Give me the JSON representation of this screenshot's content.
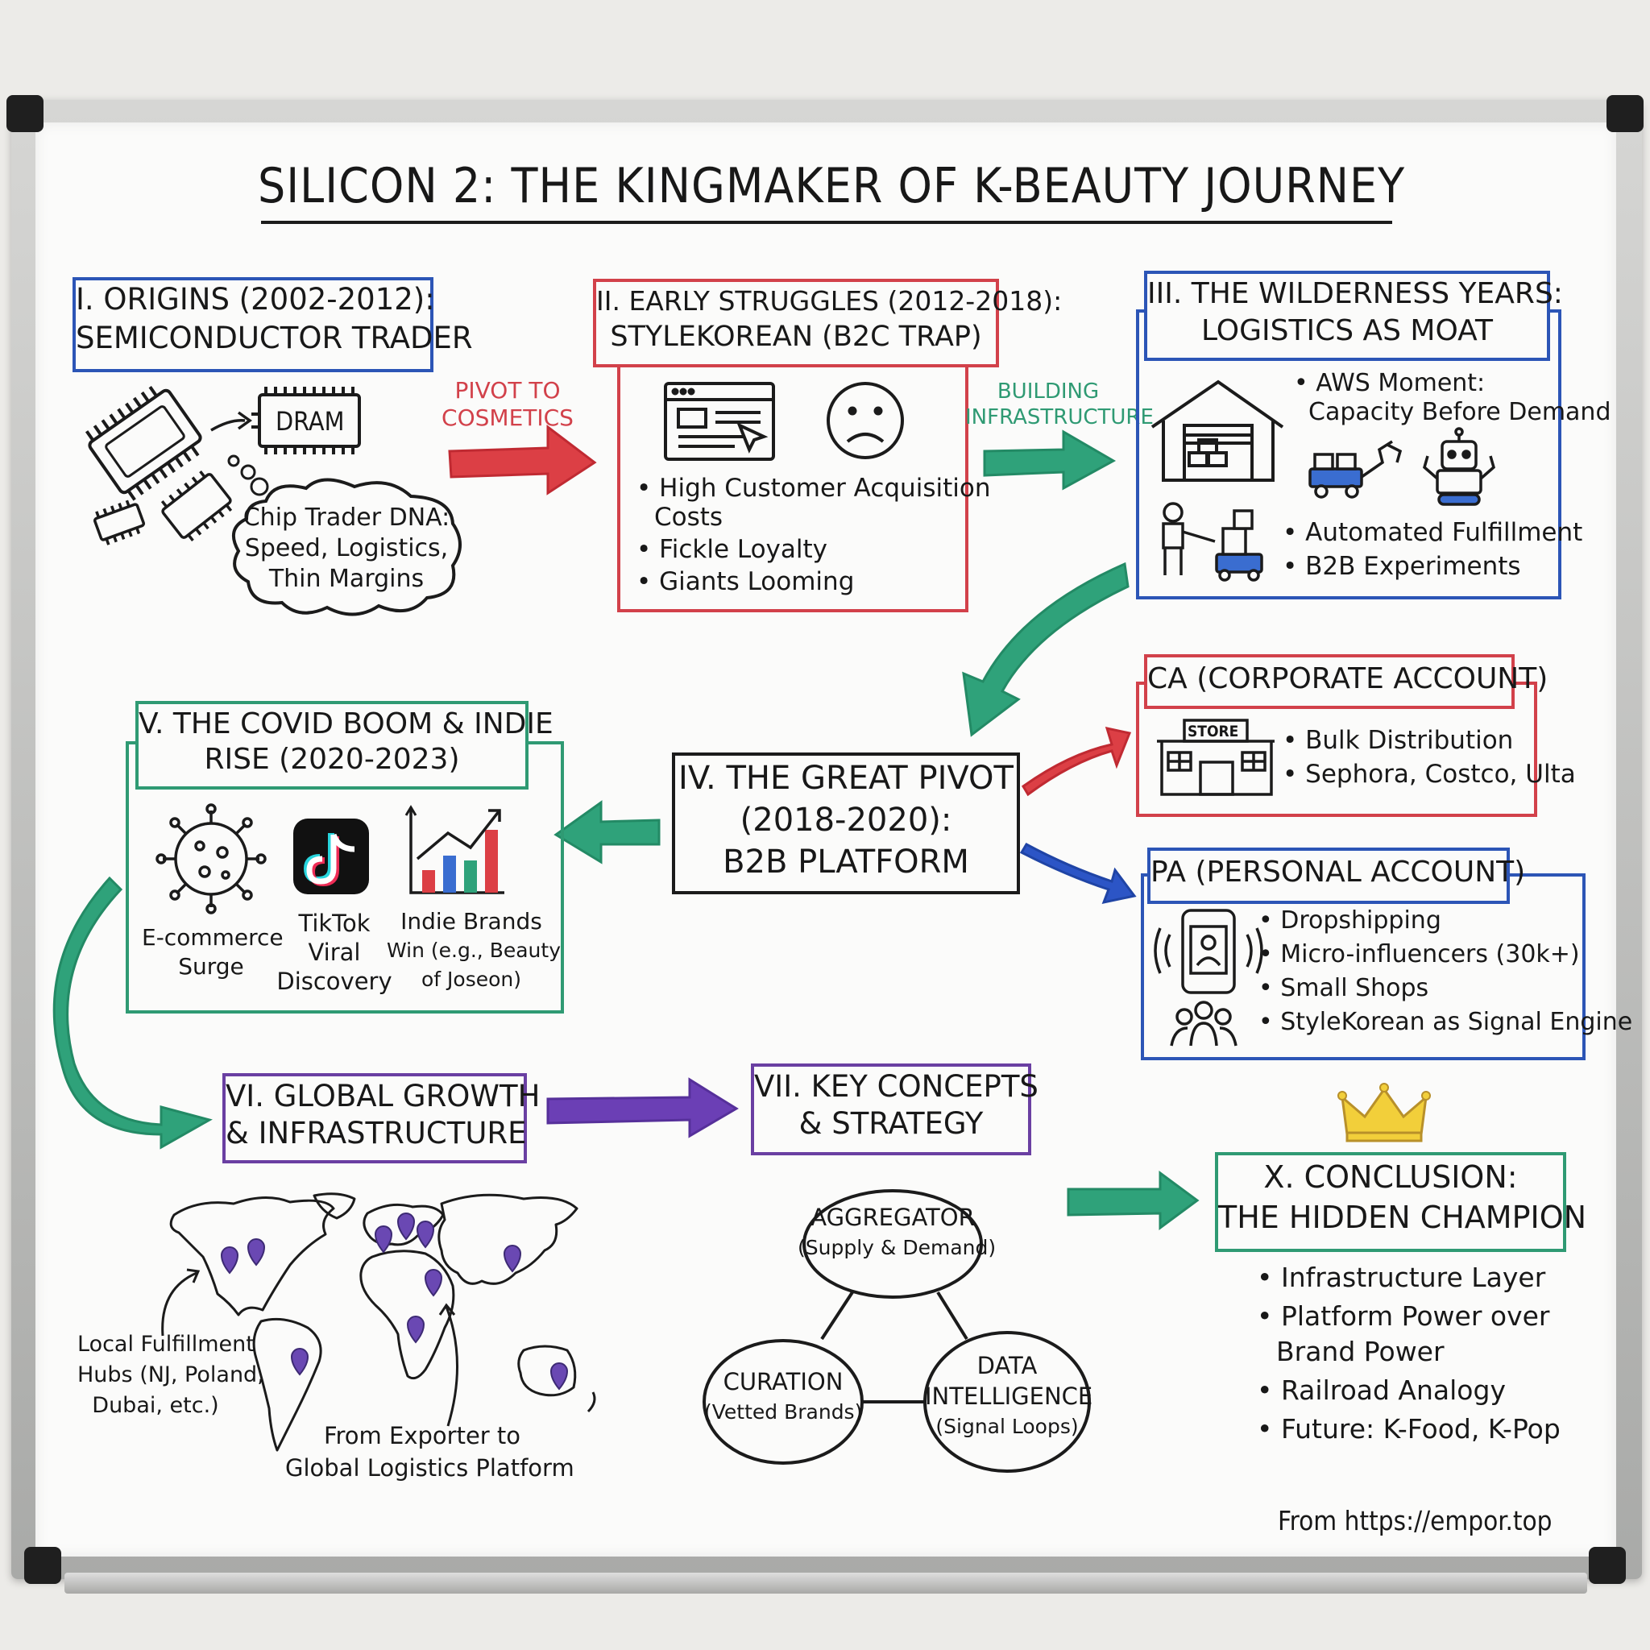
{
  "title": "SILICON 2: THE KINGMAKER OF K-BEAUTY JOURNEY",
  "s1": {
    "h1": "I. ORIGINS (2002-2012):",
    "h2": "SEMICONDUCTOR TRADER",
    "chip": "DRAM",
    "cloud": [
      "Chip Trader DNA:",
      "Speed, Logistics,",
      "Thin Margins"
    ]
  },
  "arrow1": [
    "PIVOT TO",
    "COSMETICS"
  ],
  "s2": {
    "h1": "II. EARLY STRUGGLES (2012-2018):",
    "h2": "STYLEKOREAN (B2C TRAP)",
    "bullets": [
      "High Customer Acquisition",
      "Costs",
      "Fickle Loyalty",
      "Giants Looming"
    ]
  },
  "arrow2": [
    "BUILDING",
    "INFRASTRUCTURE"
  ],
  "s3": {
    "h1": "III. THE WILDERNESS YEARS:",
    "h2": "LOGISTICS AS MOAT",
    "bullets": [
      "AWS Moment:",
      "Capacity Before Demand",
      "Automated Fulfillment",
      "B2B Experiments"
    ]
  },
  "ca": {
    "h": "CA (CORPORATE ACCOUNT)",
    "store": "STORE",
    "bullets": [
      "Bulk Distribution",
      "Sephora, Costco, Ulta"
    ]
  },
  "s4": {
    "lines": [
      "IV. THE GREAT PIVOT",
      "(2018-2020):",
      "B2B PLATFORM"
    ]
  },
  "pa": {
    "h": "PA (PERSONAL ACCOUNT)",
    "bullets": [
      "Dropshipping",
      "Micro-influencers (30k+)",
      "Small Shops",
      "StyleKorean as Signal Engine"
    ]
  },
  "s5": {
    "h1": "V. THE COVID BOOM & INDIE",
    "h2": "RISE (2020-2023)",
    "icons": [
      [
        "E-commerce",
        "Surge"
      ],
      [
        "TikTok",
        "Viral",
        "Discovery"
      ],
      [
        "Indie Brands",
        "Win (e.g., Beauty",
        "of Joseon)"
      ]
    ]
  },
  "s6": {
    "h1": "VI. GLOBAL GROWTH",
    "h2": "& INFRASTRUCTURE",
    "note1": [
      "Local Fulfillment",
      "Hubs (NJ, Poland,",
      "Dubai, etc.)"
    ],
    "note2": [
      "From Exporter to",
      "Global Logistics Platform"
    ]
  },
  "s7": {
    "h1": "VII. KEY CONCEPTS",
    "h2": "& STRATEGY",
    "nodes": [
      [
        "AGGREGATOR",
        "(Supply & Demand)"
      ],
      [
        "CURATION",
        "(Vetted Brands)"
      ],
      [
        "DATA",
        "INTELLIGENCE",
        "(Signal Loops)"
      ]
    ]
  },
  "s10": {
    "h1": "X. CONCLUSION:",
    "h2": "THE HIDDEN CHAMPION",
    "bullets": [
      "Infrastructure Layer",
      "Platform Power over",
      "Brand Power",
      "Railroad Analogy",
      "Future: K-Food, K-Pop"
    ]
  },
  "footer": "From https://empor.top",
  "colors": {
    "red": "#d2414a",
    "blue": "#2c55b6",
    "green": "#2f9a73",
    "purple": "#6a3fa2",
    "crown": "#f2cf3a"
  }
}
